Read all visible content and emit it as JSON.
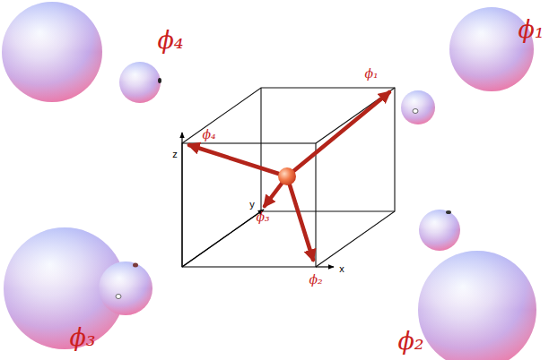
{
  "diagram": {
    "labels": [
      "ϕ₄",
      "ϕ₁",
      "ϕ₃",
      "ϕ₂",
      "ϕ₁",
      "ϕ₄",
      "ϕ₃",
      "ϕ₂",
      "z",
      "y",
      "x"
    ]
  }
}
